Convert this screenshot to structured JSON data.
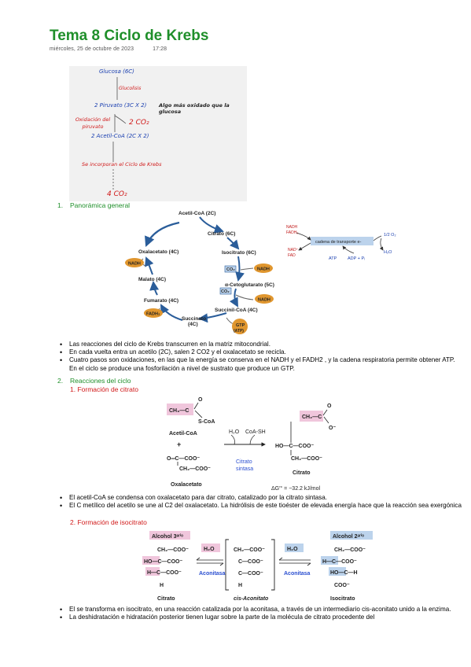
{
  "header": {
    "title": "Tema 8 Ciclo de Krebs",
    "date": "miércoles, 25 de octubre de 2023",
    "time": "17:28"
  },
  "sketch": {
    "glucosa": "Glucosa (6C)",
    "glucolisis": "Glucolisis",
    "piruvato": "2 Piruvato (3C X 2)",
    "piruvato_note": "Algo más oxidado que la glucosa",
    "oxidacion_1": "Oxidación del",
    "oxidacion_2": "piruvato",
    "co2": "2 CO₂",
    "acetil": "2 Acetil-CoA (2C X 2)",
    "incorporan": "Se incorporan el Ciclo de Krebs",
    "co2_final": "4 CO₂"
  },
  "section1": {
    "label": "1.",
    "title": "Panorámica general"
  },
  "cycle": {
    "acetilcoa": "Acetil-CoA (2C)",
    "citrato": "Citrato (6C)",
    "isocitrato": "Isocitrato (6C)",
    "co2": "CO₂",
    "nadh": "NADH",
    "cetoglutarato": "α-Cetoglutarato (5C)",
    "succinilcoa": "Succinil-CoA (4C)",
    "gtp": "GTP",
    "atp": "(ATP)",
    "succinato": "Succinato",
    "succinato_c": "(4C)",
    "fadh2": "FADH₂",
    "fumarato": "Fumarato (4C)",
    "malato": "Malato (4C)",
    "oxalacetato": "Oxalacetato (4C)"
  },
  "chain": {
    "nadh": "NADH",
    "fadh2": "FADH₂",
    "box": "cadena de transporte e-",
    "o2": "1/2 O₂",
    "nad": "NAD⁺",
    "fad": "FAD",
    "atp": "ATP",
    "adp": "ADP + Pᵢ",
    "h2o": "H₂O"
  },
  "bullets1": [
    "Las reacciones del ciclo de Krebs transcurren en la matriz mitocondrial.",
    "En cada vuelta entra un acetilo (2C), salen 2 CO2 y el oxalacetato se recicla.",
    "Cuatro pasos son oxidaciones, en las que la energía se conserva en el NADH y el FADH2 , y la cadena respiratoria permite obtener ATP. En el ciclo se produce una fosforilación a nivel de sustrato que produce un GTP."
  ],
  "section2": {
    "label": "2.",
    "title": "Reacciones del ciclo",
    "sub1": "1. Formación de citrato",
    "sub2": "2. Formación de isocitrato"
  },
  "citrate": {
    "acetyl_top": "CH₃—C",
    "acetyl_o": "O",
    "acetyl_scoa": "S-CoA",
    "acetyl_name": "Acetil-CoA",
    "plus": "+",
    "oxa_1": "O═C—COO⁻",
    "oxa_2": "CH₂—COO⁻",
    "oxa_name": "Oxalacetato",
    "h2o": "H₂O",
    "coash": "CoA-SH",
    "enzyme_1": "Citrato",
    "enzyme_2": "sintasa",
    "cit_1": "CH₂—C",
    "cit_o": "O",
    "cit_om": "O⁻",
    "cit_2": "HO—C—COO⁻",
    "cit_3": "CH₂—COO⁻",
    "cit_name": "Citrato",
    "dg": "ΔG′° = −32.2 kJ/mol"
  },
  "bullets2": [
    "El acetil-CoA se condensa con oxalacetato para dar citrato, catalizado por la citrato sintasa.",
    "El C metílico del acetilo se une al C2 del oxalacetato. La hidrólisis de este tioéster de elevada energía hace que la reacción sea exergónica"
  ],
  "isocitrate": {
    "alcohol3": "Alcohol 3ᵉʳⁱᵒ",
    "alcohol2": "Alcohol 2ᵃʳⁱᵒ",
    "c1": "CH₂—COO⁻",
    "c2": "HO—C—COO⁻",
    "c3": "H—C—COO⁻",
    "c4": "H",
    "cit_name": "Citrato",
    "h2o_a": "H₂O",
    "aconitasa_a": "Aconitasa",
    "a1": "CH₂—COO⁻",
    "a2": "C—COO⁻",
    "a3": "C—COO⁻",
    "a4": "H",
    "acon_name": "cis-Aconitato",
    "h2o_b": "H₂O",
    "aconitasa_b": "Aconitasa",
    "i1": "CH₂—COO⁻",
    "i2": "H—C—COO⁻",
    "i3": "HO—C—H",
    "i4": "COO⁻",
    "iso_name": "Isocitrato"
  },
  "bullets3": [
    "El se transforma en isocitrato, en una reacción catalizada por la aconitasa, a través de un intermediario cis-aconitato unido a la enzima.",
    "La deshidratación e hidratación posterior tienen lugar sobre la parte de la molécula de citrato procedente del"
  ],
  "colors": {
    "title_green": "#1f8f2a",
    "red": "#d01818",
    "sketch_blue": "#1a3fb0",
    "cycle_arrow": "#2a5d9a",
    "orange_cofactor": "#e0962e",
    "pink_highlight": "#f0c6dc",
    "chain_box": "#bcd3ec",
    "enzyme_blue": "#2b4fd0"
  },
  "icons": [
    "cycle-arrow-icon",
    "reaction-arrow-icon",
    "bullet-icon"
  ]
}
